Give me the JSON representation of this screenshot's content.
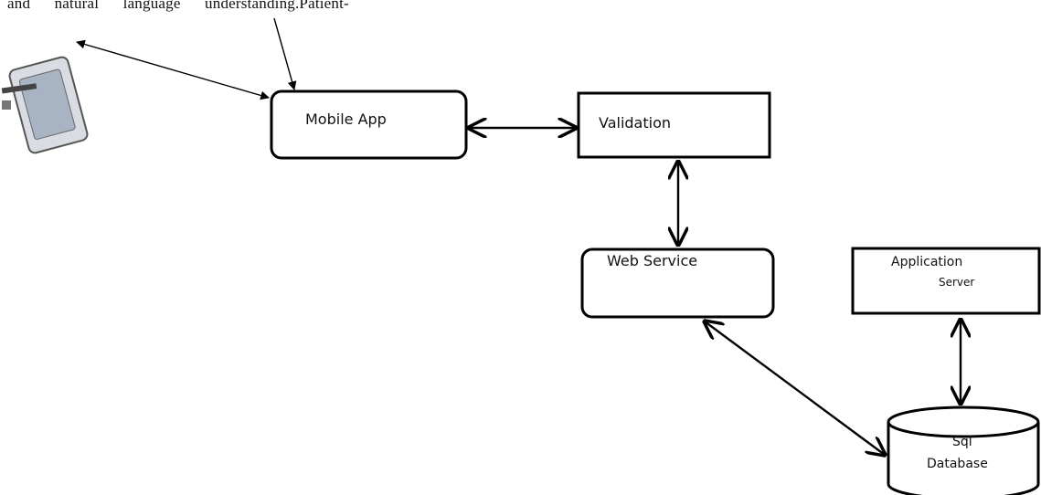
{
  "caption_fragment": "and natural language understanding.Patient-",
  "nodes": {
    "mobile_app": "Mobile App",
    "validation": "Validation",
    "web_service": "Web Service",
    "application_server_line1": "Application",
    "application_server_line2": "Server",
    "database_line1": "Sql",
    "database_line2": "Database"
  }
}
